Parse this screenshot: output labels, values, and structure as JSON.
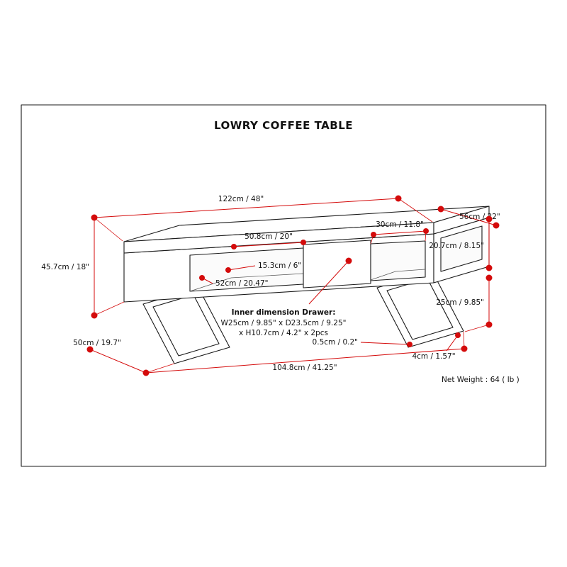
{
  "diagram": {
    "title": "LOWRY COFFEE TABLE",
    "net_weight": "Net Weight : 64 ( lb )",
    "dimensions": {
      "top_width": "122cm / 48\"",
      "top_depth": "56cm / 22\"",
      "overall_height": "45.7cm / 18\"",
      "right_opening_width": "30cm / 11.8\"",
      "drawer_front_width": "50.8cm / 20\"",
      "opening_height": "15.3cm / 6\"",
      "left_opening_width": "52cm / 20.47\"",
      "side_height": "20.7cm / 8.15\"",
      "leg_height": "25cm / 9.85\"",
      "metal_thickness": "0.5cm / 0.2\"",
      "leg_bar_width": "4cm / 1.57\"",
      "leg_bottom_depth": "50cm / 19.7\"",
      "leg_span": "104.8cm / 41.25\""
    },
    "drawer_note": {
      "line1": "Inner dimension Drawer:",
      "line2": "W25cm / 9.85\" x D23.5cm / 9.25\"",
      "line3": "x H10.7cm / 4.2\" x 2pcs"
    },
    "colors": {
      "dimension_red": "#d40b0b",
      "line_black": "#1a1a1a",
      "background": "#ffffff"
    }
  }
}
